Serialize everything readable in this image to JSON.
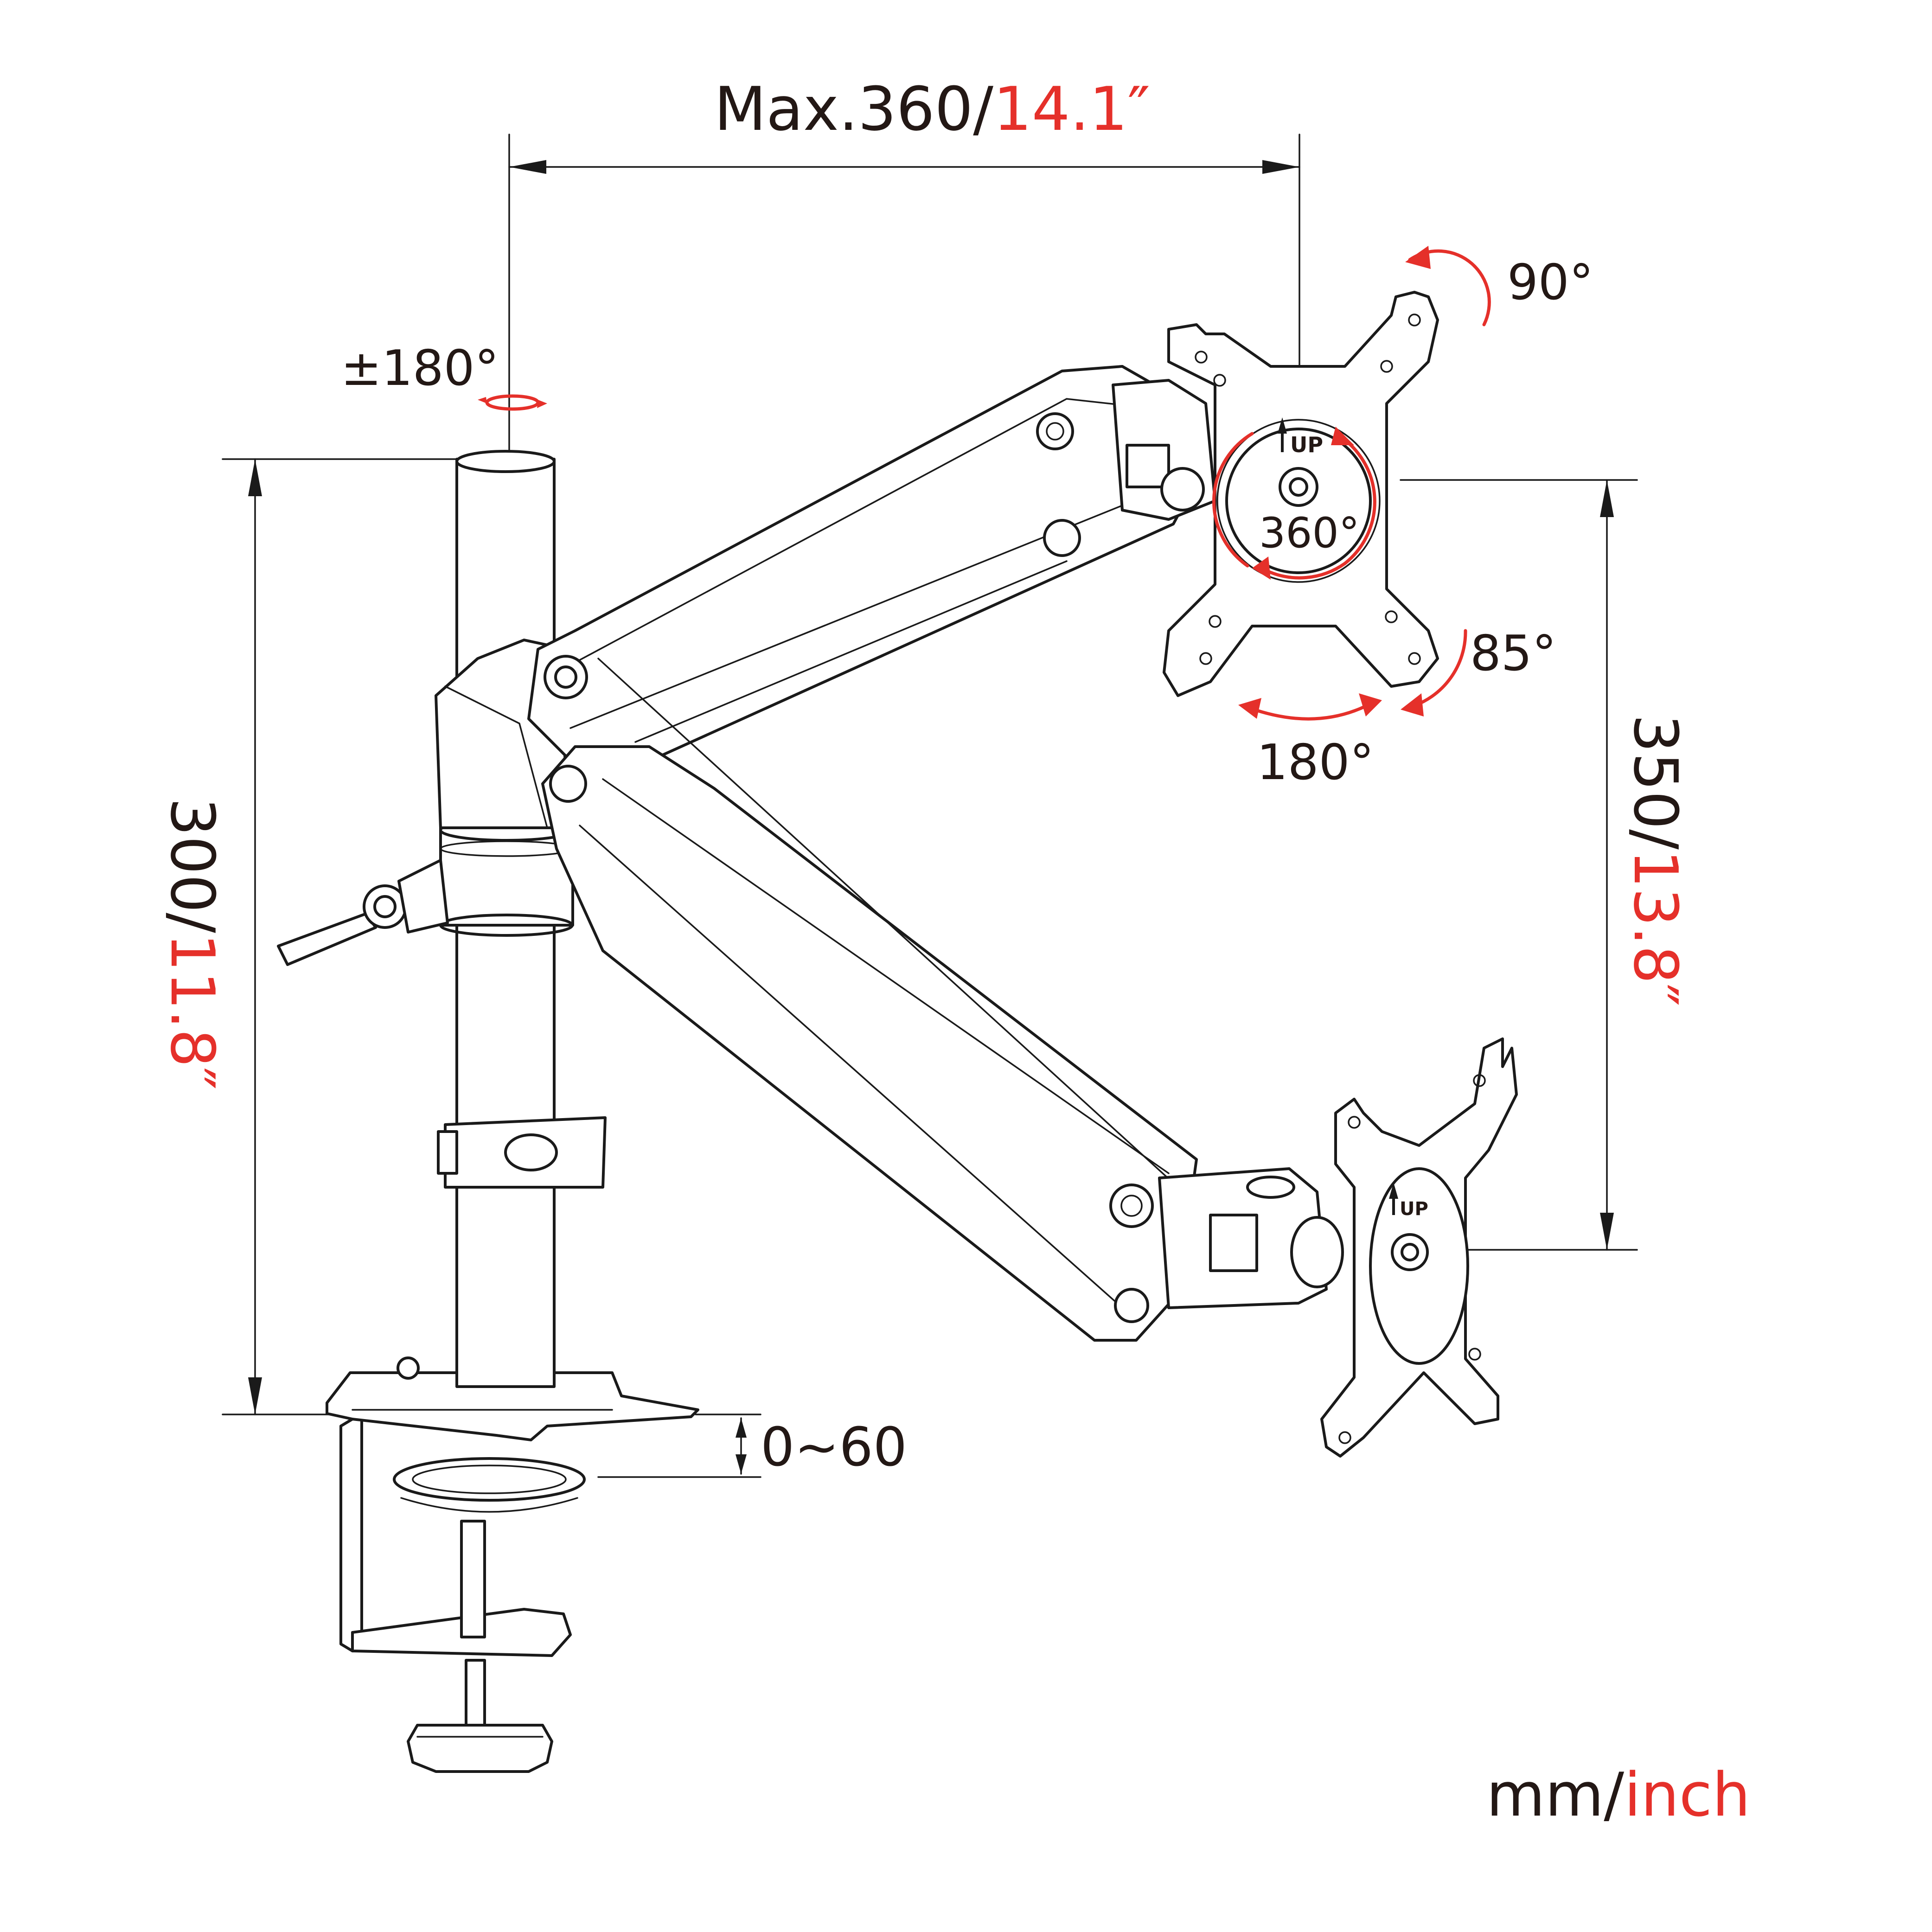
{
  "dimensions": {
    "max_reach": {
      "prefix": "Max.360/",
      "inch": "14.1″"
    },
    "pole_height": {
      "prefix": "300/",
      "inch": "11.8″"
    },
    "vertical_travel": {
      "prefix": "350/",
      "inch": "13.8″"
    },
    "desk_thickness": "0~60"
  },
  "rotations": {
    "pole_swivel": "±180°",
    "tilt_up": "90°",
    "tilt_down": "85°",
    "swivel": "180°",
    "rotation": "360°"
  },
  "plate_marking": "UP",
  "units": {
    "mm": "mm/",
    "inch": "inch"
  },
  "colors": {
    "ink": "#231815",
    "accent": "#e5302a"
  }
}
